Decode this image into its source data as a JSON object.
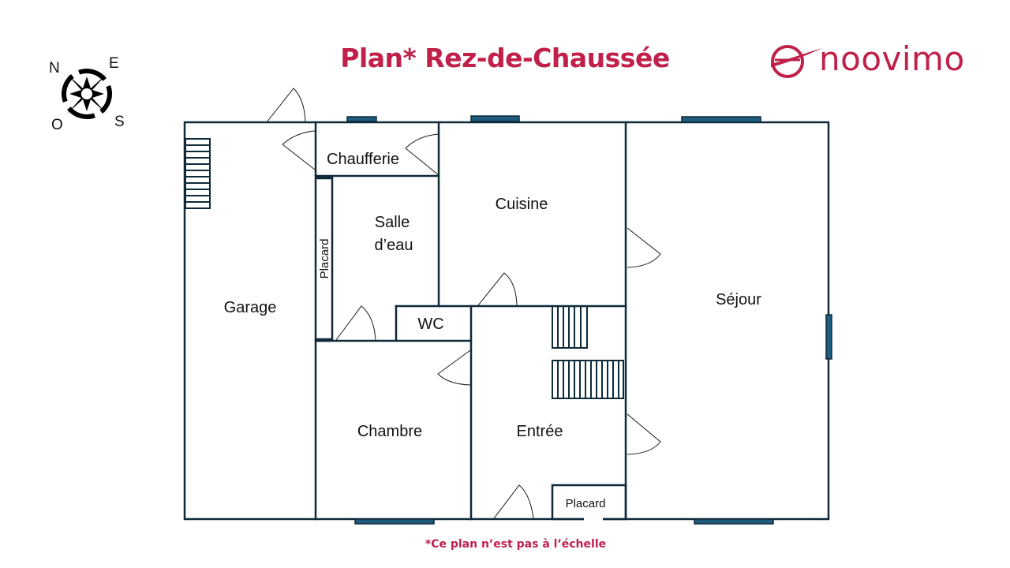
{
  "header": {
    "title": "Plan* Rez-de-Chaussée",
    "brand_name": "noovimo",
    "brand_color": "#c0204a"
  },
  "compass": {
    "north": "N",
    "east": "E",
    "west": "O",
    "south": "S",
    "icon": "compass-rose-icon"
  },
  "colors": {
    "wall": "#0e2a3a",
    "window": "#1f5b7e",
    "accent": "#c0204a",
    "text": "#111111"
  },
  "rooms": {
    "garage": "Garage",
    "chaufferie": "Chaufferie",
    "placard_left": "Placard",
    "salle_deau_line1": "Salle",
    "salle_deau_line2": "d’eau",
    "cuisine": "Cuisine",
    "wc": "WC",
    "chambre": "Chambre",
    "entree": "Entrée",
    "placard_entree": "Placard",
    "sejour": "Séjour"
  },
  "footer": {
    "note": "*Ce plan n’est pas à l’échelle"
  }
}
